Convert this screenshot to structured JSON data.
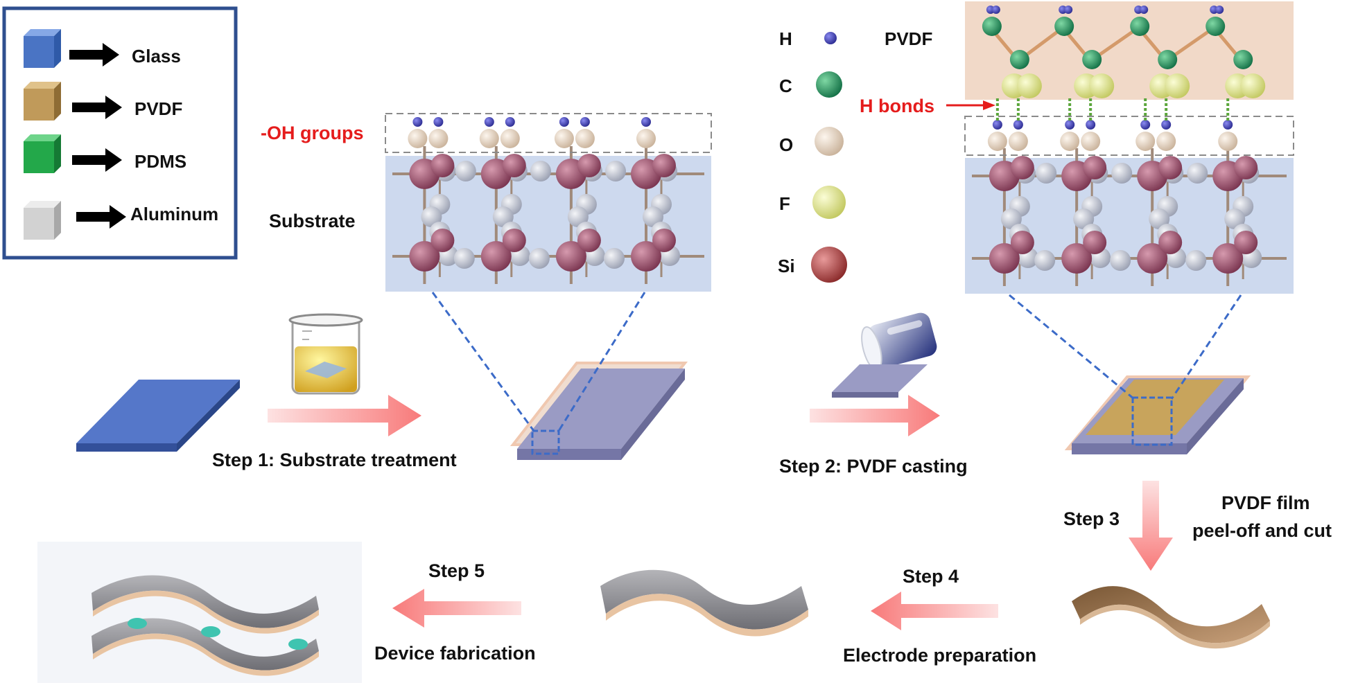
{
  "legend": {
    "items": [
      {
        "label": "Glass",
        "color": "#4a74c4"
      },
      {
        "label": "PVDF",
        "color": "#c09a5a"
      },
      {
        "label": "PDMS",
        "color": "#23a84a"
      },
      {
        "label": "Aluminum",
        "color": "#d2d2d2"
      }
    ]
  },
  "substrate_panel": {
    "oh_label": "-OH groups",
    "substrate_label": "Substrate"
  },
  "atom_key": {
    "items": [
      {
        "symbol": "H",
        "color": "#3a3ab0"
      },
      {
        "symbol": "C",
        "color": "#1f9a5c"
      },
      {
        "symbol": "O",
        "color": "#e8d8c4"
      },
      {
        "symbol": "F",
        "color": "#e4ec90"
      },
      {
        "symbol": "Si",
        "color": "#c05050"
      }
    ]
  },
  "pvdf_panel": {
    "pvdf_label": "PVDF",
    "hbonds_label": "H bonds"
  },
  "steps": {
    "step1": "Step 1:  Substrate treatment",
    "step2": "Step 2: PVDF casting",
    "step3": "Step 3",
    "step3_desc_line1": "PVDF film",
    "step3_desc_line2": "peel-off and cut",
    "step4": "Step 4",
    "step4_desc": "Electrode preparation",
    "step5": "Step 5",
    "step5_desc": "Device fabrication"
  },
  "colors": {
    "arrow_pink": "#f87a7a",
    "highlight_red": "#e51c1c",
    "lattice_bg": "#cdd9ee",
    "pvdf_bg": "#f1d9c8",
    "dashed_blue": "#3c6bc8",
    "si_atom": "#9b4e6c",
    "o_atom": "#b7bccb"
  }
}
